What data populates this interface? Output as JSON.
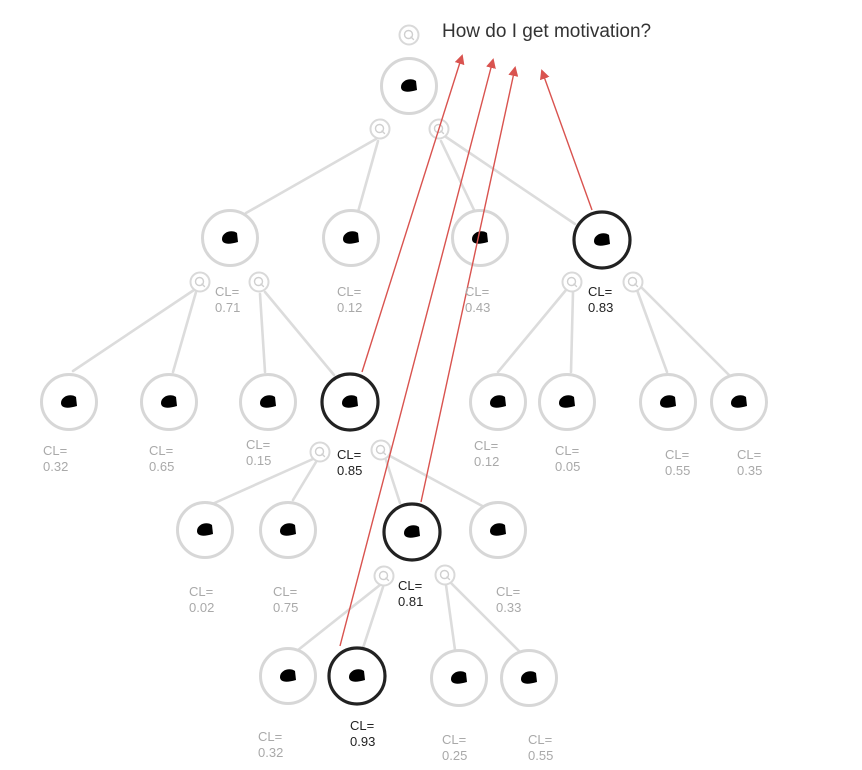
{
  "title": "How do I get motivation?",
  "colors": {
    "arrow": "#d9534f",
    "node_dim": "#d7d7d7",
    "node_highlight": "#222222",
    "label_dim": "#a9a9a9",
    "label_highlight": "#222222"
  },
  "icons": {
    "question_node": "q-icon",
    "claim_node": "c-icon"
  },
  "labels": {
    "l1_a": [
      "CL=",
      "0.71"
    ],
    "l1_b": [
      "CL=",
      "0.12"
    ],
    "l1_c": [
      "CL=",
      "0.43"
    ],
    "l1_d": [
      "CL=",
      "0.83"
    ],
    "l2_a": [
      "CL=",
      "0.32"
    ],
    "l2_b": [
      "CL=",
      "0.65"
    ],
    "l2_c": [
      "CL=",
      "0.15"
    ],
    "l2_d": [
      "CL=",
      "0.85"
    ],
    "l2_e": [
      "CL=",
      "0.12"
    ],
    "l2_f": [
      "CL=",
      "0.05"
    ],
    "l2_g": [
      "CL=",
      "0.55"
    ],
    "l2_h": [
      "CL=",
      "0.35"
    ],
    "l3_a": [
      "CL=",
      "0.02"
    ],
    "l3_b": [
      "CL=",
      "0.75"
    ],
    "l3_c": [
      "CL=",
      "0.81"
    ],
    "l3_d": [
      "CL=",
      "0.33"
    ],
    "l4_a": [
      "CL=",
      "0.32"
    ],
    "l4_b": [
      "CL=",
      "0.93"
    ],
    "l4_c": [
      "CL=",
      "0.25"
    ],
    "l4_d": [
      "CL=",
      "0.55"
    ]
  }
}
